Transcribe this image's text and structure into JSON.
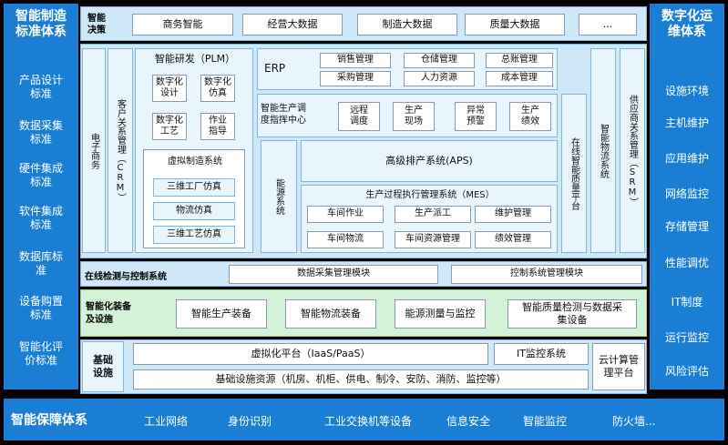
{
  "left_panel": {
    "title": "智能制造\n标准体系",
    "items": [
      "产品设计\n标准",
      "数据采集\n标准",
      "硬件集成\n标准",
      "软件集成\n标准",
      "数据库标\n准",
      "设备购置\n标准",
      "智能化评\n价标准"
    ]
  },
  "right_panel": {
    "title": "数字化运\n维体系",
    "items": [
      "设施环境",
      "主机维护",
      "应用维护",
      "网络监控",
      "存储管理",
      "性能调优",
      "IT制度",
      "运行监控",
      "风险评估"
    ]
  },
  "decision": {
    "label": "智能\n决策",
    "items": [
      "商务智能",
      "经营大数据",
      "制造大数据",
      "质量大数据",
      "..."
    ]
  },
  "ecommerce": "电子商务",
  "crm": "客户关系管理（CRM）",
  "plm": {
    "title": "智能研发（PLM）",
    "items": [
      "数字化\n设计",
      "数字化\n仿真",
      "数字化\n工艺",
      "作业\n指导"
    ]
  },
  "virtual": {
    "title": "虚拟制造系统",
    "items": [
      "三维工厂仿真",
      "物流仿真",
      "三维工艺仿真"
    ]
  },
  "erp": {
    "label": "ERP",
    "items": [
      "销售管理",
      "仓储管理",
      "总账管理",
      "采购管理",
      "人力资源",
      "成本管理"
    ]
  },
  "dispatch": {
    "label": "智能生产调\n度指挥中心",
    "items": [
      "远程\n调度",
      "生产\n现场",
      "异常\n预警",
      "生产\n绩效"
    ]
  },
  "energy_system": "能源系统",
  "aps": "高级排产系统(APS)",
  "mes": {
    "title": "生产过程执行管理系统（MES）",
    "items": [
      "车间作业",
      "生产派工",
      "维护管理",
      "车间物流",
      "车间资源管理",
      "绩效管理"
    ]
  },
  "quality_platform": "在线智能质量平台",
  "logistics_system": "智能物流系统",
  "srm": "供应商关系管理（SRM）",
  "online_detection": {
    "label": "在线检测与控制系统",
    "items": [
      "数据采集管理模块",
      "控制系统管理模块"
    ]
  },
  "equipment": {
    "label": "智能化装备\n及设施",
    "items": [
      "智能生产装备",
      "智能物流装备",
      "能源测量与监控",
      "智能质量检测与数据采\n集设备"
    ]
  },
  "infra": {
    "label": "基础\n设施",
    "virtualization": "虚拟化平台（IaaS/PaaS）",
    "it_monitor": "IT监控系统",
    "cloud": "云计算管\n理平台",
    "resources": "基础设施资源（机房、机柜、供电、制冷、安防、消防、监控等）"
  },
  "bottom": {
    "title": "智能保障体系",
    "items": [
      "工业网络",
      "身份识别",
      "工业交换机等设备",
      "信息安全",
      "智能监控",
      "防火墙..."
    ]
  },
  "colors": {
    "panel_blue": "#1a7fd4",
    "light_blue": "#cfe8f8",
    "green": "#d4f2d8",
    "border": "#7fb6e0"
  }
}
